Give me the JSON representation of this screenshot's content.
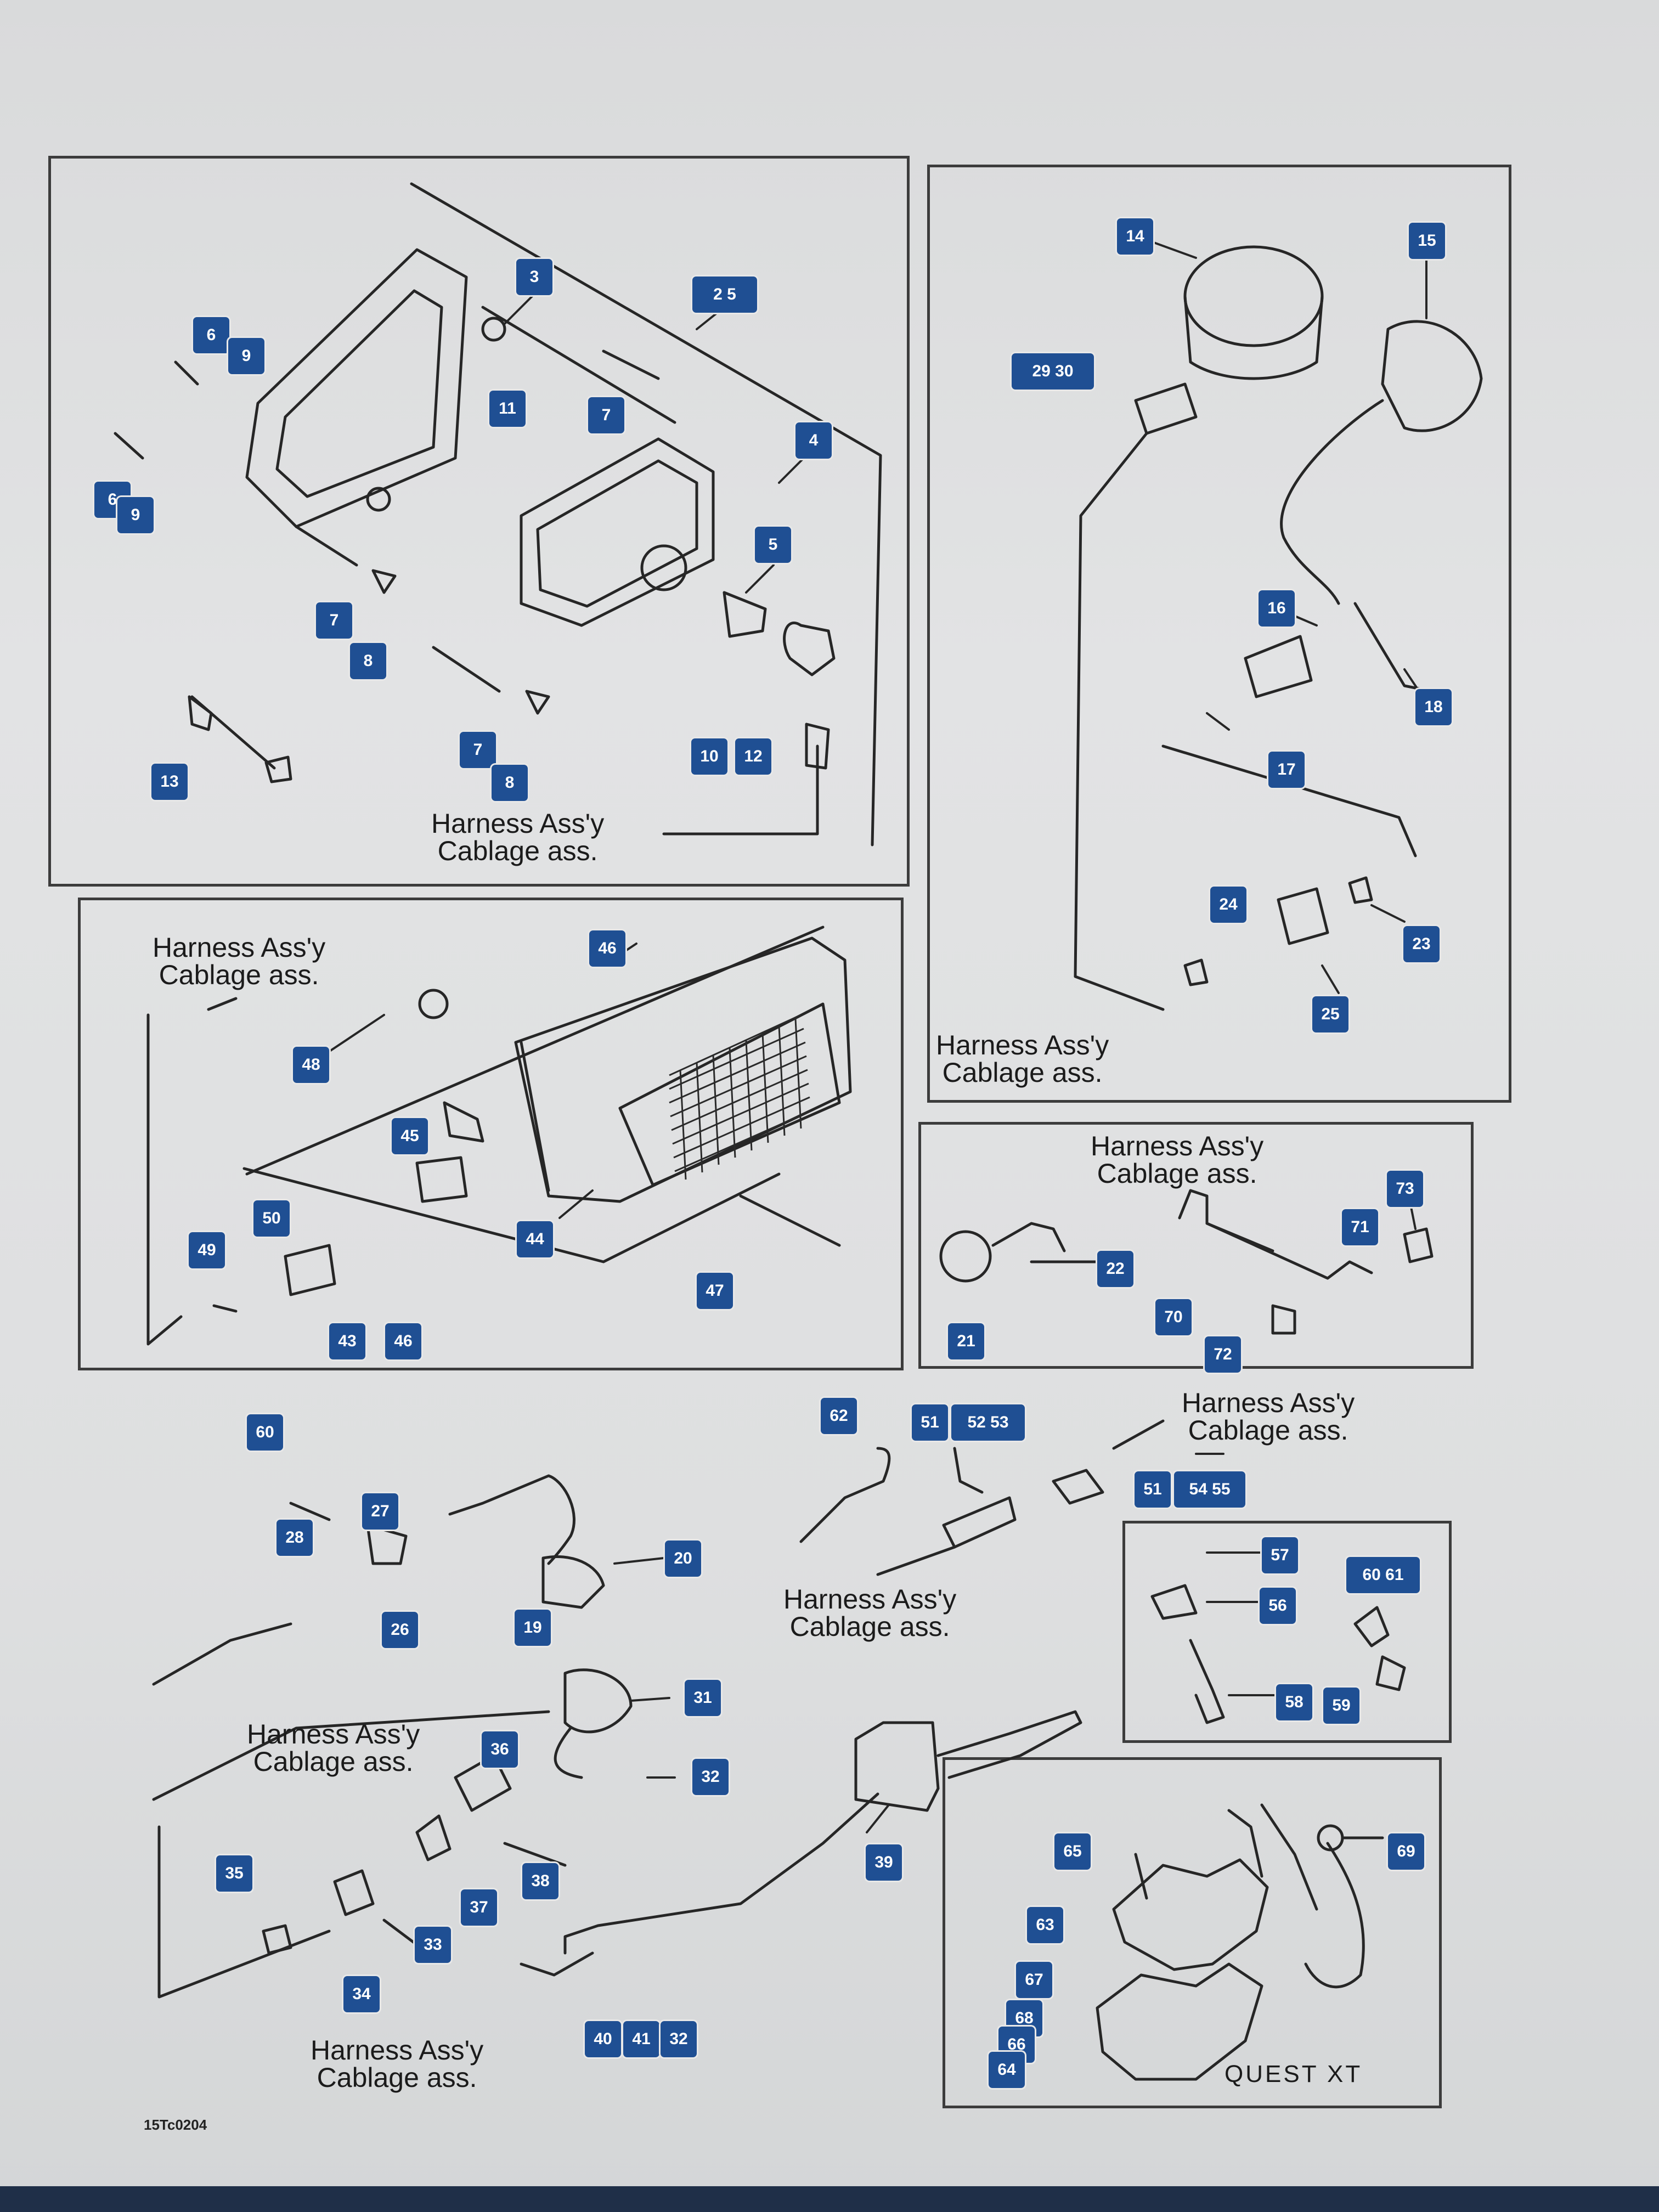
{
  "callouts": {
    "c1": "3",
    "c2": "2 5",
    "c3": "6",
    "c4": "9",
    "c5": "11",
    "c6": "7",
    "c7": "4",
    "c8": "6",
    "c9": "9",
    "c10": "5",
    "c11": "7",
    "c12": "8",
    "c13": "10",
    "c14": "12",
    "c15": "7",
    "c16": "8",
    "c17": "13",
    "c18": "14",
    "c19": "15",
    "c20": "29  30",
    "c21": "16",
    "c22": "18",
    "c23": "17",
    "c24": "24",
    "c25": "23",
    "c26": "25",
    "c27": "46",
    "c28": "48",
    "c29": "45",
    "c30": "50",
    "c31": "49",
    "c32": "44",
    "c33": "47",
    "c34": "43",
    "c35": "46",
    "c36": "73",
    "c37": "71",
    "c38": "22",
    "c39": "70",
    "c40": "21",
    "c41": "72",
    "c42": "60",
    "c43": "62",
    "c44": "51",
    "c45": "52  53",
    "c46": "51",
    "c47": "54  55",
    "c48": "27",
    "c49": "28",
    "c50": "20",
    "c51": "26",
    "c52": "19",
    "c53": "57",
    "c54": "60  61",
    "c55": "56",
    "c56": "58",
    "c57": "59",
    "c58": "31",
    "c59": "32",
    "c60": "36",
    "c61": "35",
    "c62": "38",
    "c63": "37",
    "c64": "33",
    "c65": "34",
    "c66": "39",
    "c67": "65",
    "c68": "69",
    "c69": "63",
    "c70": "67",
    "c71": "68",
    "c72": "66",
    "c73": "64",
    "c74": "40",
    "c75": "41",
    "c76": "32"
  },
  "labels": {
    "harness_en": "Harness Ass'y",
    "harness_fr": "Cablage ass."
  },
  "model_name": "QUEST XT",
  "doc_code": "15Tc0204"
}
